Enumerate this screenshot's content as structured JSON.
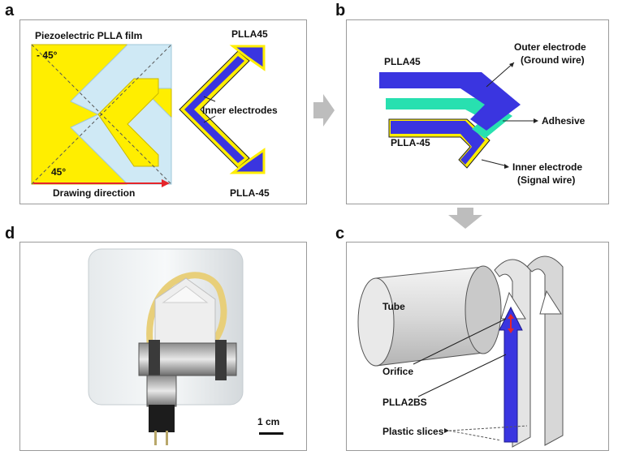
{
  "panels": {
    "a": {
      "letter": "a",
      "film_title": "Piezoelectric  PLLA film",
      "angle_top": "- 45°",
      "angle_bottom": "45°",
      "drawing_direction": "Drawing direction",
      "label_top": "PLLA45",
      "label_bottom": "PLLA-45",
      "inner_electrodes": "Inner electrodes"
    },
    "b": {
      "letter": "b",
      "label_plla45": "PLLA45",
      "label_plla_45": "PLLA-45",
      "outer_electrode_1": "Outer electrode",
      "outer_electrode_2": "(Ground wire)",
      "adhesive": "Adhesive",
      "inner_electrode_1": "Inner electrode",
      "inner_electrode_2": "(Signal wire)"
    },
    "c": {
      "letter": "c",
      "tube": "Tube",
      "orifice": "Orifice",
      "plla2bs": "PLLA2BS",
      "plastic_slices": "Plastic slices"
    },
    "d": {
      "letter": "d",
      "scale_bar": "1 cm"
    }
  },
  "colors": {
    "yellow": "#ffee00",
    "light_blue": "#cfe9f5",
    "blue": "#3a35e0",
    "teal": "#28e0b0",
    "arrow_grey": "#bdbdbd",
    "red": "#e5252a"
  }
}
